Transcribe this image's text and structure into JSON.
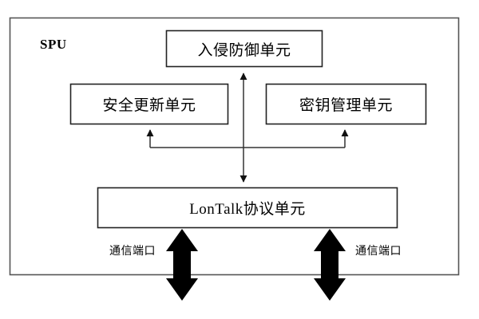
{
  "diagram": {
    "title_label": "SPU",
    "background_color": "#ffffff",
    "line_color": "#333333",
    "box_fill": "#ffffff",
    "arrow_color": "#000000",
    "container": {
      "name": "SPU",
      "label": "SPU"
    },
    "nodes": [
      {
        "id": "intrusion",
        "label": "入侵防御单元"
      },
      {
        "id": "secure-update",
        "label": "安全更新单元"
      },
      {
        "id": "key-management",
        "label": "密钥管理单元"
      },
      {
        "id": "lontalk",
        "label": "LonTalk协议单元"
      }
    ],
    "ports": [
      {
        "id": "port-left",
        "label": "通信端口"
      },
      {
        "id": "port-right",
        "label": "通信端口"
      }
    ],
    "connections": [
      {
        "from": "lontalk",
        "to": "intrusion",
        "style": "double-arrow-vertical"
      },
      {
        "from": "bus",
        "to": "secure-update",
        "style": "arrow-up"
      },
      {
        "from": "bus",
        "to": "key-management",
        "style": "arrow-up"
      },
      {
        "from": "port-left",
        "to": "external",
        "style": "thick-double-arrow"
      },
      {
        "from": "port-right",
        "to": "external",
        "style": "thick-double-arrow"
      }
    ]
  }
}
